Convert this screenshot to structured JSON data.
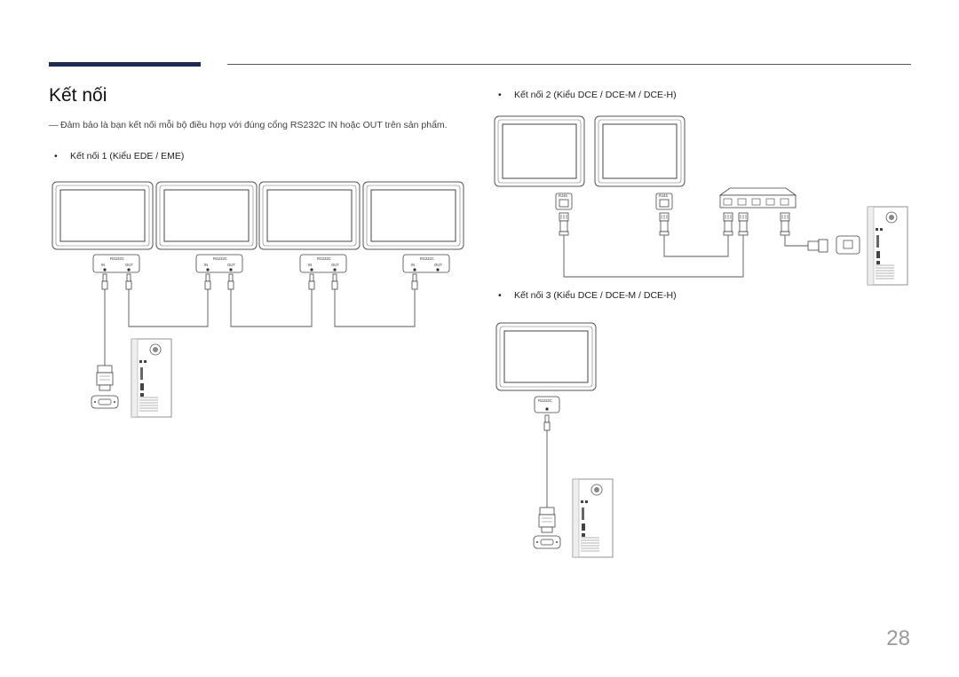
{
  "page": {
    "title": "Kết nối",
    "number": "28"
  },
  "note": {
    "mark": "―",
    "text": "Đảm bảo là bạn kết nối mỗi bộ điều hợp với đúng cổng RS232C IN hoặc OUT trên sản phẩm."
  },
  "sections": [
    {
      "bullet": "•",
      "label": "Kết nối 1 (Kiểu EDE / EME)"
    },
    {
      "bullet": "•",
      "label": "Kết nối 2 (Kiểu DCE / DCE-M / DCE-H)"
    },
    {
      "bullet": "•",
      "label": "Kết nối 3 (Kiểu DCE / DCE-M / DCE-H)"
    }
  ],
  "port_labels": {
    "rs232c": "RS232C",
    "in": "IN",
    "out": "OUT",
    "rj45": "RJ45"
  },
  "colors": {
    "accent": "#1c2a5c",
    "line": "#555555",
    "page_number": "#9a9a9a"
  }
}
